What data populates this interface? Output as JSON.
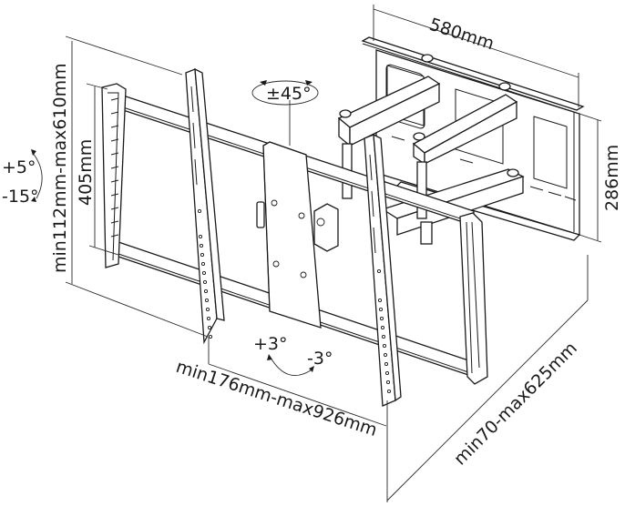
{
  "diagram": {
    "subject": "tv-wall-mount",
    "dimensions": {
      "wall_plate_width": "580mm",
      "wall_plate_height": "286mm",
      "bracket_height_range": "min112mm-max610mm",
      "bracket_inner_height": "405mm",
      "width_range": "min176mm-max926mm",
      "depth_range": "min70-max625mm"
    },
    "rotations": {
      "swivel": "±45°",
      "tilt_up": "+5°",
      "tilt_down": "-15°",
      "level_plus": "+3°",
      "level_minus": "-3°"
    },
    "colors": {
      "line": "#1a1a1a",
      "background": "#ffffff"
    }
  }
}
